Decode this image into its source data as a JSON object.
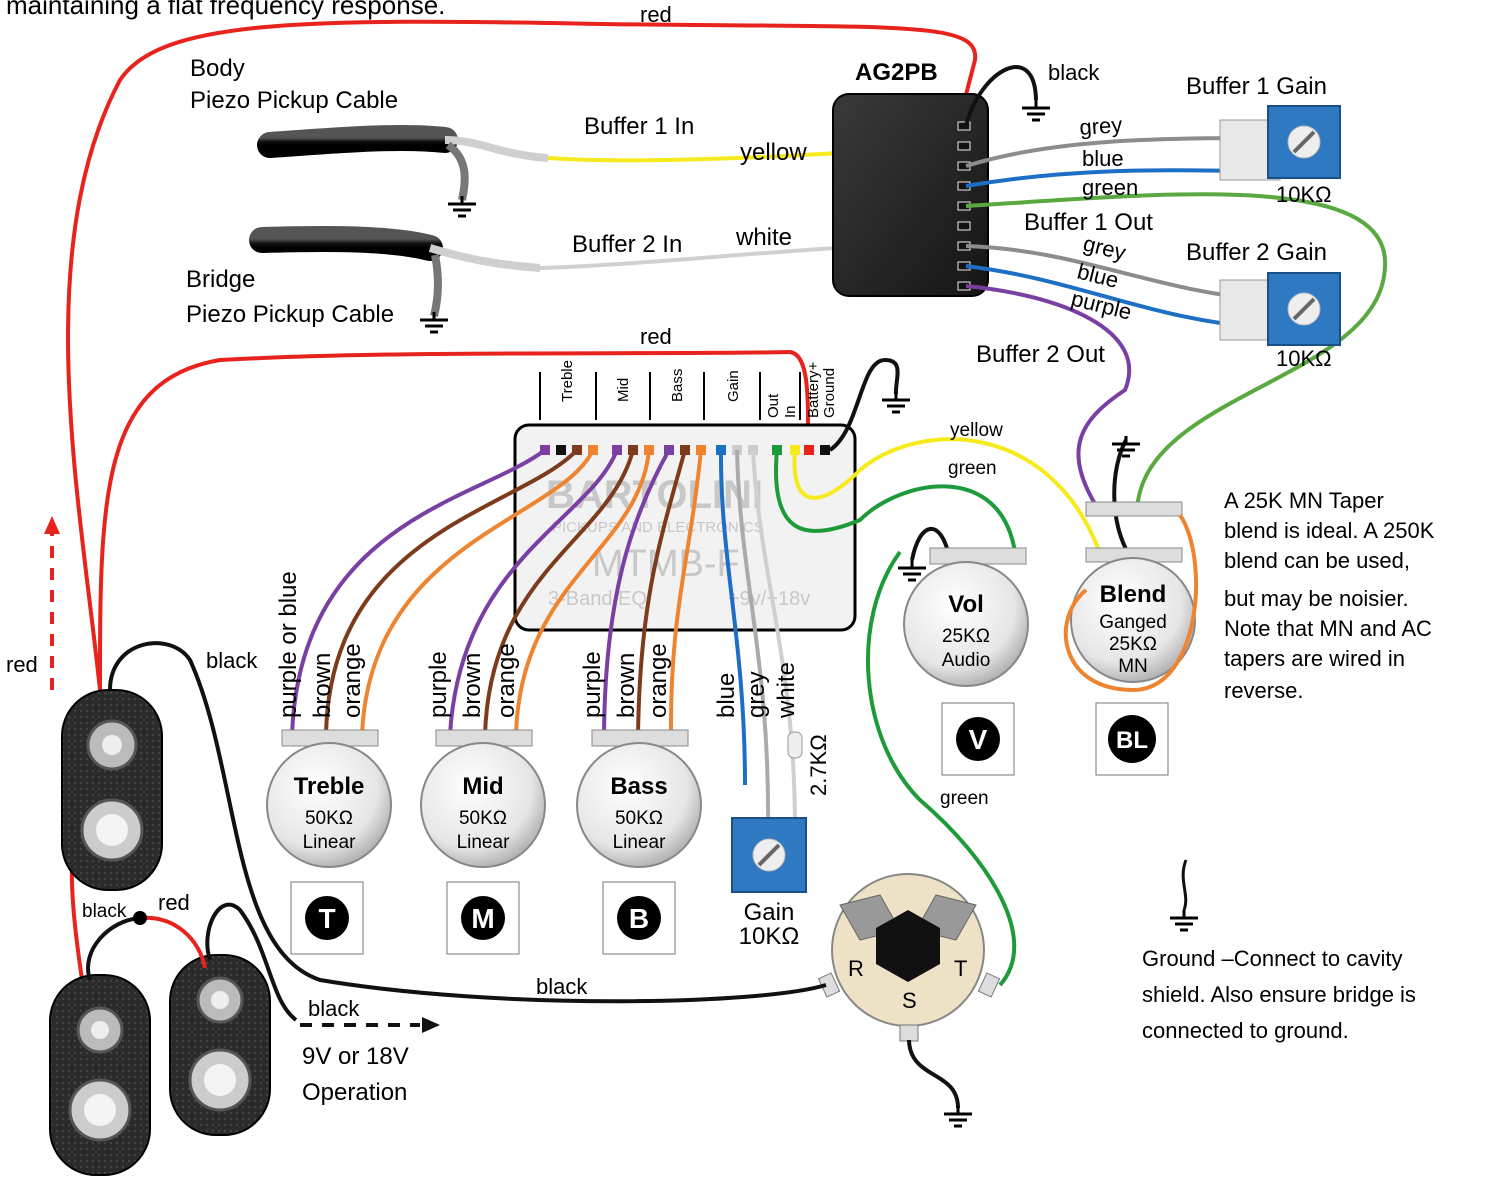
{
  "caption_fragment": "maintaining a flat frequency response.",
  "buffer_module": {
    "title": "AG2PB",
    "inputs": [
      "Buffer 1 In",
      "Buffer 2 In"
    ],
    "outputs": [
      "Buffer 1 Out",
      "Buffer 2 Out"
    ]
  },
  "pickups": {
    "body_line1": "Body",
    "body_line2": "Piezo Pickup Cable",
    "bridge_line1": "Bridge",
    "bridge_line2": "Piezo Pickup Cable"
  },
  "trimmers": {
    "buffer1_title": "Buffer 1 Gain",
    "buffer1_value": "10KΩ",
    "buffer2_title": "Buffer 2 Gain",
    "buffer2_value": "10KΩ",
    "gain_title": "Gain",
    "gain_value": "10KΩ"
  },
  "eq_module": {
    "header_labels": [
      "Treble",
      "Mid",
      "Bass",
      "Gain",
      "Out",
      "In",
      "Battery+",
      "Ground"
    ],
    "logo_line1": "BARTOLINI",
    "logo_line2": "PICKUPS AND ELECTRONICS",
    "model": "MTMB-F",
    "band": "3-Band EQ",
    "voltage": "+9v/+18v"
  },
  "wire_labels": {
    "red": "red",
    "black": "black",
    "yellow": "yellow",
    "white": "white",
    "grey": "grey",
    "blue": "blue",
    "green": "green",
    "purple": "purple",
    "brown": "brown",
    "orange": "orange",
    "purple_or_blue": "purple or blue",
    "resistor": "2.7KΩ"
  },
  "pots": [
    {
      "name": "Treble",
      "value": "50KΩ",
      "taper": "Linear",
      "badge": "T"
    },
    {
      "name": "Mid",
      "value": "50KΩ",
      "taper": "Linear",
      "badge": "M"
    },
    {
      "name": "Bass",
      "value": "50KΩ",
      "taper": "Linear",
      "badge": "B"
    },
    {
      "name": "Vol",
      "value": "25KΩ",
      "taper": "Audio",
      "badge": "V"
    },
    {
      "name": "Blend",
      "line2": "Ganged",
      "value": "25KΩ",
      "taper": "MN",
      "badge": "BL"
    }
  ],
  "jack_labels": [
    "R",
    "S",
    "T"
  ],
  "battery_label_line1": "9V or 18V",
  "battery_label_line2": "Operation",
  "blend_note": [
    "A 25K MN Taper",
    "blend is ideal. A 250K",
    "blend can be used,",
    "but may be noisier.",
    "Note that MN and AC",
    "tapers are wired in",
    "reverse."
  ],
  "ground_note": [
    "Ground –Connect to cavity",
    "shield.  Also ensure bridge is",
    "connected to ground."
  ],
  "colors": {
    "red": "#e8221c",
    "black": "#111111",
    "yellow": "#f5ea1c",
    "grey": "#8c8c8c",
    "blue": "#1c6fc4",
    "green": "#5aa940",
    "darkgreen": "#1d9a3a",
    "purple": "#7a3fa3",
    "brown": "#7b3b1c",
    "orange": "#ee8430",
    "trimmer": "#2f78c2"
  }
}
